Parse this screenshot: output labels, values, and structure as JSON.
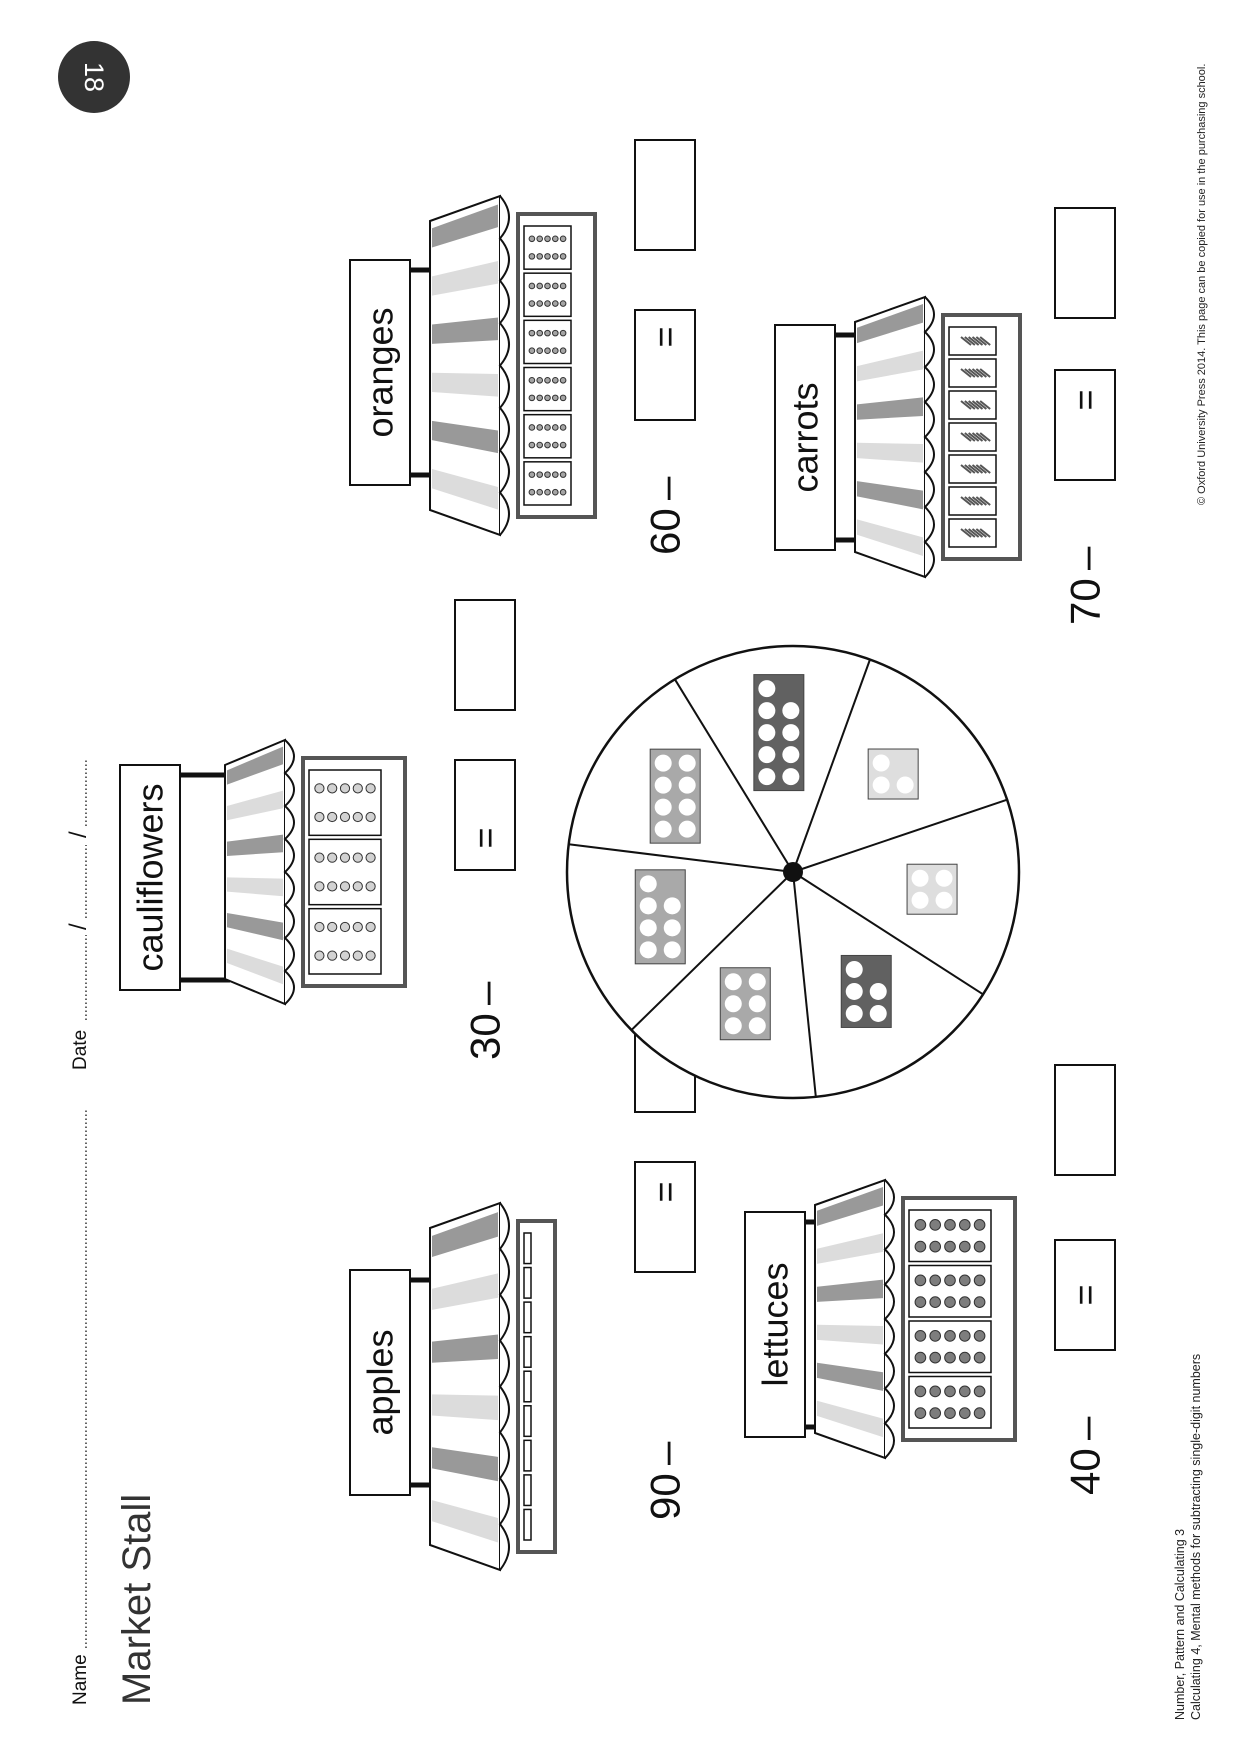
{
  "page_number": "18",
  "header": {
    "title": "Market Stall",
    "name_label": "Name",
    "date_label": "Date",
    "date_separator": "/"
  },
  "stalls": [
    {
      "id": "apples",
      "sign": "apples",
      "start": "90",
      "minus": "–",
      "equals": "=",
      "produce": "apple",
      "crates": 9
    },
    {
      "id": "lettuces",
      "sign": "lettuces",
      "start": "40",
      "minus": "–",
      "equals": "=",
      "produce": "lettuce",
      "crates": 4
    },
    {
      "id": "cauliflowers",
      "sign": "cauliflowers",
      "start": "30",
      "minus": "–",
      "equals": "=",
      "produce": "cauliflower",
      "crates": 3
    },
    {
      "id": "oranges",
      "sign": "oranges",
      "start": "60",
      "minus": "–",
      "equals": "=",
      "produce": "orange",
      "crates": 6
    },
    {
      "id": "carrots",
      "sign": "carrots",
      "start": "70",
      "minus": "–",
      "equals": "=",
      "produce": "carrot",
      "crates": 7
    }
  ],
  "spinner": {
    "sections": [
      {
        "tile_value": 9,
        "shade": "dark"
      },
      {
        "tile_value": 3,
        "shade": "light"
      },
      {
        "tile_value": 4,
        "shade": "light"
      },
      {
        "tile_value": 5,
        "shade": "dark"
      },
      {
        "tile_value": 6,
        "shade": "medium"
      },
      {
        "tile_value": 7,
        "shade": "medium"
      },
      {
        "tile_value": 8,
        "shade": "medium"
      }
    ]
  },
  "footer": {
    "book": "Number, Pattern and Calculating 3",
    "unit": "Calculating 4, Mental methods for subtracting single-digit numbers",
    "copyright": "© Oxford University Press 2014. This page can be copied for use in the purchasing school."
  },
  "colors": {
    "ink": "#111111",
    "badge": "#333333",
    "stripe_dark": "#999999",
    "stripe_light": "#dcdcdc",
    "tile_dark": "#616161",
    "tile_medium": "#a9a9a9",
    "tile_light": "#dedede"
  }
}
